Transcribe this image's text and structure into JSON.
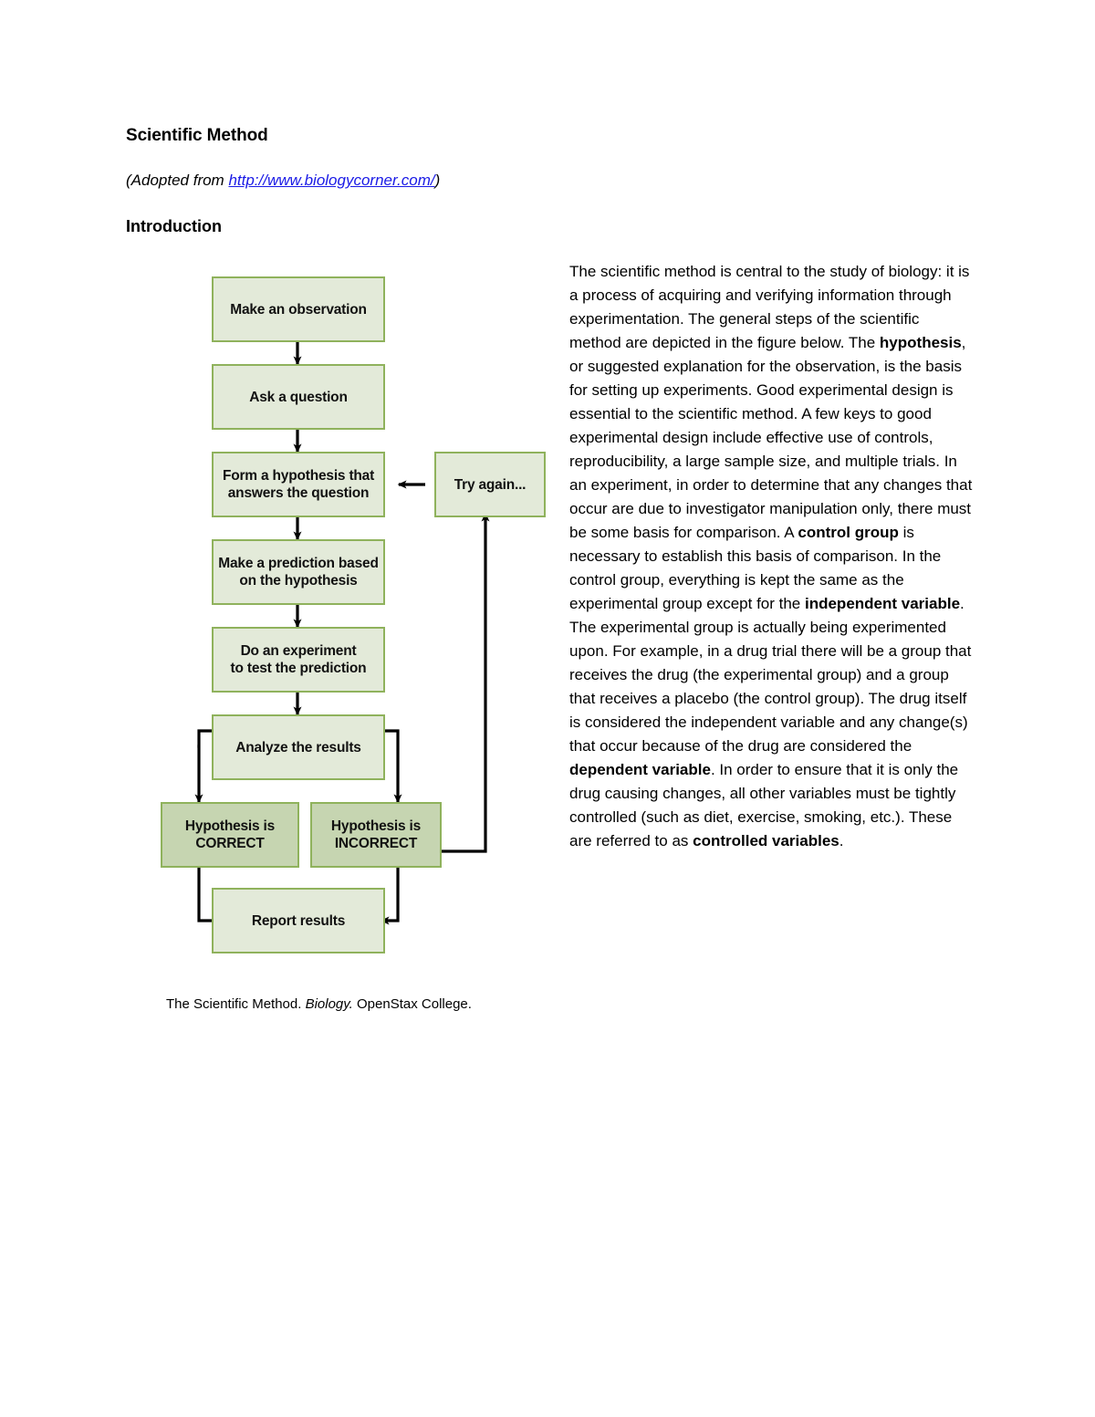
{
  "document": {
    "title": "Scientific Method",
    "adapted_prefix": "(Adopted from ",
    "adapted_link_text": "http://www.biologycorner.com/",
    "adapted_suffix": ")",
    "section_title": "Introduction"
  },
  "body": {
    "paragraph_parts": {
      "p1": "The scientific method is central to the study of biology: it is a process of acquiring and verifying information through experimentation. The general steps of the scientific method are depicted in the figure below. The ",
      "b1": "hypothesis",
      "p2": ", or suggested explanation for the observation, is the basis for setting up experiments. Good experimental design is essential to the scientific method. A few keys to good experimental design include effective use of controls, reproducibility, a large sample size, and multiple trials. In an experiment, in order to determine that any changes that occur are due to investigator manipulation only, there must be some basis for comparison. A ",
      "b2": "control group",
      "p3": " is necessary to establish this basis of comparison. In the control group, everything is kept the same as the experimental group except for the ",
      "b3": "independent variable",
      "p4": ". The experimental group is actually being experimented upon. For example, in a drug trial there will be a group that receives the drug (the experimental group) and a group that receives a placebo (the control group). The drug itself is considered the independent variable and any change(s) that occur because of the drug are considered the ",
      "b4": "dependent variable",
      "p5": ". In order to ensure that it is only the drug causing changes, all other variables must be tightly controlled (such as diet, exercise, smoking, etc.). These are referred to as ",
      "b5": "controlled variables",
      "p6": "."
    }
  },
  "figure": {
    "caption_plain_1": "The Scientific Method. ",
    "caption_italic": "Biology.",
    "caption_plain_2": " OpenStax College.",
    "colors": {
      "node_fill_light": "#e3ead9",
      "node_fill_dark": "#c6d5b1",
      "node_border": "#8fb25c",
      "arrow": "#000000"
    },
    "nodes": [
      {
        "id": "observation",
        "label": "Make an observation",
        "shade": "light"
      },
      {
        "id": "question",
        "label": "Ask a question",
        "shade": "light"
      },
      {
        "id": "hypothesis",
        "label": "Form a hypothesis that\nanswers the question",
        "shade": "light"
      },
      {
        "id": "try-again",
        "label": "Try again...",
        "shade": "light"
      },
      {
        "id": "prediction",
        "label": "Make a prediction based\non the hypothesis",
        "shade": "light"
      },
      {
        "id": "experiment",
        "label": "Do an experiment\nto test the prediction",
        "shade": "light"
      },
      {
        "id": "analyze",
        "label": "Analyze the results",
        "shade": "light"
      },
      {
        "id": "correct",
        "label": "Hypothesis is\nCORRECT",
        "shade": "dark"
      },
      {
        "id": "incorrect",
        "label": "Hypothesis is\nINCORRECT",
        "shade": "dark"
      },
      {
        "id": "report",
        "label": "Report results",
        "shade": "light"
      }
    ],
    "node_labels": {
      "observation": "Make an observation",
      "question": "Ask a question",
      "hypothesis_l1": "Form a hypothesis that",
      "hypothesis_l2": "answers the question",
      "try_again": "Try again...",
      "prediction_l1": "Make a prediction based",
      "prediction_l2": "on the hypothesis",
      "experiment_l1": "Do an experiment",
      "experiment_l2": "to test the prediction",
      "analyze": "Analyze the results",
      "correct_l1": "Hypothesis is",
      "correct_l2": "CORRECT",
      "incorrect_l1": "Hypothesis is",
      "incorrect_l2": "INCORRECT",
      "report": "Report results"
    }
  }
}
